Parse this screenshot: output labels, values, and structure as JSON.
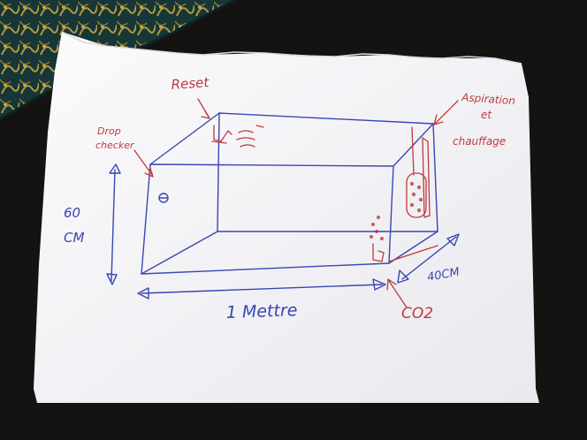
{
  "photo": {
    "subject": "hand-drawn aquarium sketch on paper",
    "colors": {
      "table": "#141312",
      "paper": "#f4f4f6",
      "fabric": "#173a3c",
      "fabric_gold": "#b59a3a",
      "ink_blue": "#3a46b0",
      "ink_red": "#c0393a"
    }
  },
  "labels": {
    "reset": "Reset",
    "drop_checker_1": "Drop",
    "drop_checker_2": "checker",
    "aspiration_1": "Aspiration",
    "aspiration_2": "et",
    "aspiration_3": "chauffage",
    "height_value": "60",
    "height_unit": "CM",
    "length": "1 Mettre",
    "depth": "40CM",
    "co2": "CO2"
  }
}
